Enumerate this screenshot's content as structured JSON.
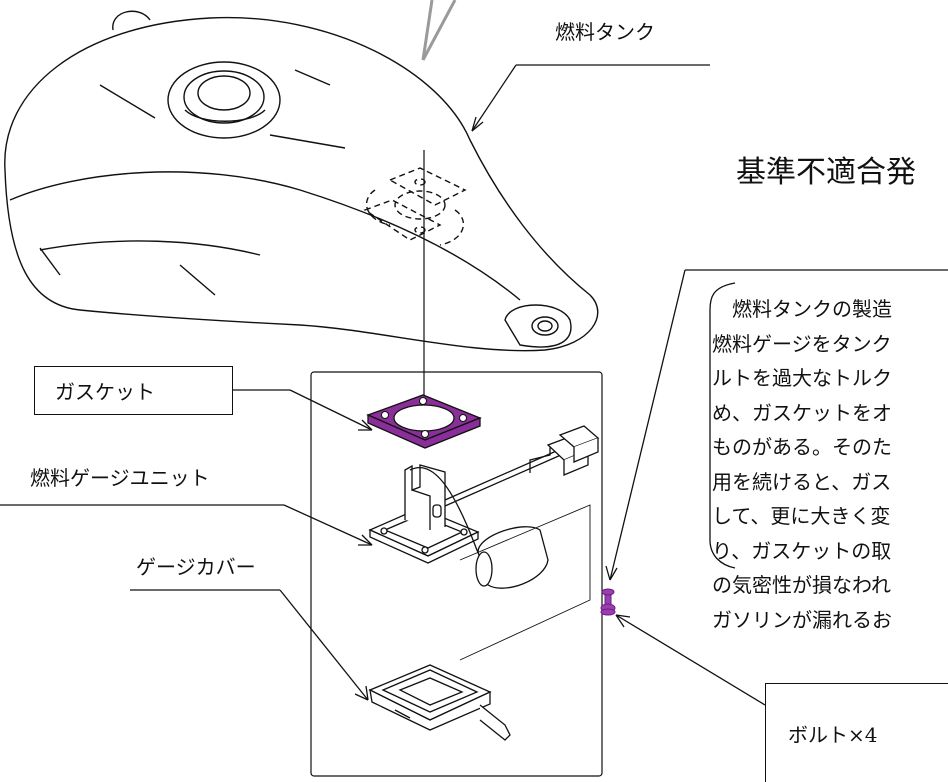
{
  "labels": {
    "fuel_tank": "燃料タンク",
    "gasket": "ガスケット",
    "gauge_unit": "燃料ゲージユニット",
    "gauge_cover": "ゲージカバー",
    "bolt": "ボルト×4"
  },
  "heading": "基準不適合発",
  "notice_lines": [
    "　燃料タンクの製造",
    "燃料ゲージをタンク",
    "ルトを過大なトルク",
    "め、ガスケットをオ",
    "ものがある。そのた",
    "用を続けると、ガス",
    "して、更に大きく変",
    "り、ガスケットの取",
    "の気密性が損なわれ",
    "ガソリンが漏れるお"
  ],
  "colors": {
    "gasket_highlight": "#8a2f9a",
    "bolt_highlight": "#9b3fb0",
    "line": "#111111",
    "pointer_gray": "#9a9a9a"
  }
}
